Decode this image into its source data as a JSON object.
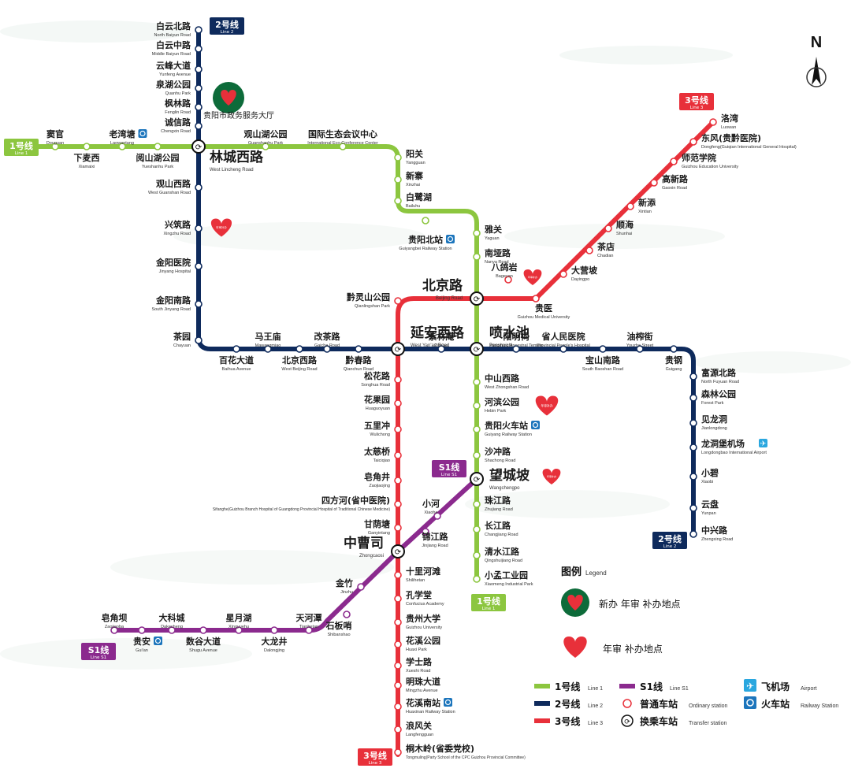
{
  "colors": {
    "line1": "#8cc63f",
    "line2": "#0e2a5c",
    "line3": "#e8303a",
    "lineS1": "#8b2a8e",
    "railway": "#1c75bc",
    "airport": "#2aa7df",
    "heart": "#e8303a",
    "service_bg": "#0d6b3a"
  },
  "compass": "N",
  "service_hall": "贵阳市政务服务大厅",
  "badges": {
    "line1": {
      "cn": "1号线",
      "en": "Line 1"
    },
    "line2": {
      "cn": "2号线",
      "en": "Line 2"
    },
    "line3": {
      "cn": "3号线",
      "en": "Line 3"
    },
    "lineS1": {
      "cn": "S1线",
      "en": "Line S1"
    }
  },
  "heart_text": "年审补办",
  "stations": {
    "l2_north": [
      {
        "cn": "白云北路",
        "en": "North Baiyun Road"
      },
      {
        "cn": "白云中路",
        "en": "Middle Baiyun Road"
      },
      {
        "cn": "云峰大道",
        "en": "Yunfeng Avenue"
      },
      {
        "cn": "泉湖公园",
        "en": "Quanhu Park"
      },
      {
        "cn": "枫林路",
        "en": "Fenglin Road"
      },
      {
        "cn": "诚信路",
        "en": "Chengxin Road"
      },
      {
        "cn": "观山西路",
        "en": "West Guanshan Road"
      },
      {
        "cn": "兴筑路",
        "en": "Xingzhu Road"
      },
      {
        "cn": "金阳医院",
        "en": "Jinyang Hospital"
      },
      {
        "cn": "金阳南路",
        "en": "South Jinyang Road"
      },
      {
        "cn": "茶园",
        "en": "Chayuan"
      }
    ],
    "l2_south": [
      {
        "cn": "百花大道",
        "en": "Baihua Avenue"
      },
      {
        "cn": "马王庙",
        "en": "Mawangmiao"
      },
      {
        "cn": "北京西路",
        "en": "West Beijing Road"
      },
      {
        "cn": "改茶路",
        "en": "Gaicha Road"
      },
      {
        "cn": "黔春路",
        "en": "Qianchun Road"
      },
      {
        "cn": "紫林庵",
        "en": "Zilin'an"
      },
      {
        "cn": "阳明祠",
        "en": "Yangming Ancestral Temple"
      },
      {
        "cn": "省人民医院",
        "en": "Provincial People's Hospital"
      },
      {
        "cn": "宝山南路",
        "en": "South Baoshan Road"
      },
      {
        "cn": "油榨街",
        "en": "Youzha Street"
      },
      {
        "cn": "贵钢",
        "en": "Guigang"
      }
    ],
    "l2_east": [
      {
        "cn": "富源北路",
        "en": "North Fuyuan Road"
      },
      {
        "cn": "森林公园",
        "en": "Forest Park"
      },
      {
        "cn": "见龙洞",
        "en": "Jianlongdong"
      },
      {
        "cn": "龙洞堡机场",
        "en": "Longdongbao International Airport"
      },
      {
        "cn": "小碧",
        "en": "Xiaobi"
      },
      {
        "cn": "云盘",
        "en": "Yunpan"
      },
      {
        "cn": "中兴路",
        "en": "Zhengxing Road"
      }
    ],
    "l1_west": [
      {
        "cn": "窦官",
        "en": "Douguan"
      },
      {
        "cn": "下麦西",
        "en": "Xiamaixi"
      },
      {
        "cn": "老湾塘",
        "en": "Laowantang"
      },
      {
        "cn": "阅山湖公园",
        "en": "Yueshanhu Park"
      },
      {
        "cn": "观山湖公园",
        "en": "Guanshanhu Park"
      },
      {
        "cn": "国际生态会议中心",
        "en": "International Eco-Conference Center"
      },
      {
        "cn": "阳关",
        "en": "Yangguan"
      },
      {
        "cn": "新寨",
        "en": "Xinzhai"
      },
      {
        "cn": "白鹭湖",
        "en": "Bailuhu"
      },
      {
        "cn": "贵阳北站",
        "en": "Guiyangbei Railway Station"
      }
    ],
    "l1_south": [
      {
        "cn": "雅关",
        "en": "Yaguan"
      },
      {
        "cn": "南垭路",
        "en": "Nanya Road"
      },
      {
        "cn": "中山西路",
        "en": "West Zhongshan Road"
      },
      {
        "cn": "河滨公园",
        "en": "Hebin Park"
      },
      {
        "cn": "贵阳火车站",
        "en": "Guiyang Railway Station"
      },
      {
        "cn": "沙冲路",
        "en": "Shachong Road"
      },
      {
        "cn": "珠江路",
        "en": "Zhujiang Road"
      },
      {
        "cn": "长江路",
        "en": "Changjiang Road"
      },
      {
        "cn": "清水江路",
        "en": "Qingshuijiang Road"
      },
      {
        "cn": "小孟工业园",
        "en": "Xiaomeng Industrial Park"
      }
    ],
    "l3_ne": [
      {
        "cn": "洛湾",
        "en": "Luowan"
      },
      {
        "cn": "东风(贵黔医院)",
        "en": "Dongfeng(Guiqian International General Hospital)"
      },
      {
        "cn": "师范学院",
        "en": "Guizhou Education University"
      },
      {
        "cn": "高新路",
        "en": "Gaoxin Road"
      },
      {
        "cn": "新添",
        "en": "Xintian"
      },
      {
        "cn": "顺海",
        "en": "Shunhai"
      },
      {
        "cn": "茶店",
        "en": "Chadian"
      },
      {
        "cn": "大营坡",
        "en": "Dayingpo"
      },
      {
        "cn": "贵医",
        "en": "Guizhou Medical University"
      },
      {
        "cn": "八鸽岩",
        "en": "Bageyan"
      },
      {
        "cn": "黔灵山公园",
        "en": "Qianlingshan Park"
      }
    ],
    "l3_south": [
      {
        "cn": "松花路",
        "en": "Songhua Road"
      },
      {
        "cn": "花果园",
        "en": "Huaguoyuan"
      },
      {
        "cn": "五里冲",
        "en": "Wulichong"
      },
      {
        "cn": "太慈桥",
        "en": "Taiciqiao"
      },
      {
        "cn": "皂角井",
        "en": "Zaojiaojing"
      },
      {
        "cn": "四方河(省中医院)",
        "en": "Sifanghe(Guizhou Branch Hospital of Guangdong Provincial Hospital of Traditional Chinese Medicine)"
      },
      {
        "cn": "甘荫塘",
        "en": "Ganyintang"
      },
      {
        "cn": "十里河滩",
        "en": "Shilihetan"
      },
      {
        "cn": "孔学堂",
        "en": "Confucius Academy"
      },
      {
        "cn": "贵州大学",
        "en": "Guizhou University"
      },
      {
        "cn": "花溪公园",
        "en": "Huaxi Park"
      },
      {
        "cn": "学士路",
        "en": "Xueshi Road"
      },
      {
        "cn": "明珠大道",
        "en": "Mingzhu Avenue"
      },
      {
        "cn": "花溪南站",
        "en": "Huaxinan Railway Station"
      },
      {
        "cn": "浪风关",
        "en": "Langfengguan"
      },
      {
        "cn": "桐木岭(省委党校)",
        "en": "Tongmuling(Party School of the CPC Guizhou Provincial Committee)"
      }
    ],
    "s1": [
      {
        "cn": "小河",
        "en": "Xiaohe"
      },
      {
        "cn": "锦江路",
        "en": "Jinjiang Road"
      },
      {
        "cn": "金竹",
        "en": "Jinzhu"
      },
      {
        "cn": "石板哨",
        "en": "Shibanshao"
      },
      {
        "cn": "天河潭",
        "en": "Tianhetan"
      },
      {
        "cn": "大龙井",
        "en": "Dalongjing"
      },
      {
        "cn": "星月湖",
        "en": "Xingyuehu"
      },
      {
        "cn": "数谷大道",
        "en": "Shugu Avenue"
      },
      {
        "cn": "大科城",
        "en": "Dakecheng"
      },
      {
        "cn": "贵安",
        "en": "Gui'an"
      },
      {
        "cn": "皂角坝",
        "en": "Zaojiaoba"
      }
    ],
    "transfers": [
      {
        "cn": "林城西路",
        "en": "West Lincheng Road"
      },
      {
        "cn": "北京路",
        "en": "Beijing Road"
      },
      {
        "cn": "延安西路",
        "en": "West Yan'an Road"
      },
      {
        "cn": "喷水池",
        "en": "Penshuichi"
      },
      {
        "cn": "望城坡",
        "en": "Wangchengpo"
      },
      {
        "cn": "中曹司",
        "en": "Zhongcaosi"
      }
    ]
  },
  "legend": {
    "title": "图例",
    "title_en": "Legend",
    "service_full": "新办 年审 补办地点",
    "service_heart": "年审 补办地点",
    "line1": {
      "cn": "1号线",
      "en": "Line 1"
    },
    "line2": {
      "cn": "2号线",
      "en": "Line 2"
    },
    "line3": {
      "cn": "3号线",
      "en": "Line 3"
    },
    "lineS1": {
      "cn": "S1线",
      "en": "Line S1"
    },
    "ordinary": {
      "cn": "普通车站",
      "en": "Ordinary station"
    },
    "transfer": {
      "cn": "换乘车站",
      "en": "Transfer station"
    },
    "airport": {
      "cn": "飞机场",
      "en": "Airport"
    },
    "railway": {
      "cn": "火车站",
      "en": "Railway Station"
    }
  }
}
